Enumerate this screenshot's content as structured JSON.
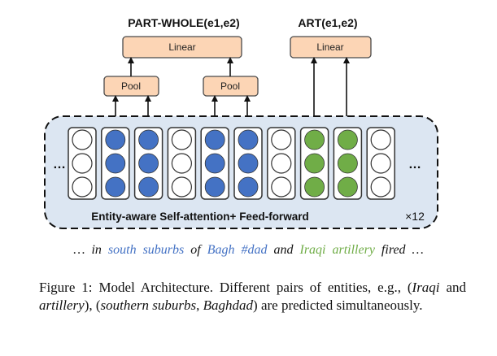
{
  "heads": {
    "left_label": "PART-WHOLE(e1,e2)",
    "right_label": "ART(e1,e2)",
    "linear": "Linear",
    "pool": "Pool"
  },
  "encoder": {
    "label": "Entity-aware Self-attention+ Feed-forward",
    "repeat": "×12",
    "ellipsis": "…"
  },
  "colors": {
    "box_fill": "#fcd5b5",
    "box_stroke": "#4a4a4a",
    "panel_fill": "#dce6f2",
    "entity_blue": "#4472c4",
    "entity_green": "#70ad47"
  },
  "columns": [
    "empty",
    "blue",
    "blue",
    "empty",
    "blue",
    "blue",
    "empty",
    "green",
    "green",
    "empty"
  ],
  "sentence": {
    "tokens": [
      {
        "text": "…",
        "color": "#111111"
      },
      {
        "text": "in",
        "color": "#111111"
      },
      {
        "text": "south",
        "color": "#4472c4"
      },
      {
        "text": "suburbs",
        "color": "#4472c4"
      },
      {
        "text": "of",
        "color": "#111111"
      },
      {
        "text": "Bagh",
        "color": "#4472c4"
      },
      {
        "text": "#dad",
        "color": "#4472c4"
      },
      {
        "text": "and",
        "color": "#111111"
      },
      {
        "text": "Iraqi",
        "color": "#70ad47"
      },
      {
        "text": "artillery",
        "color": "#70ad47"
      },
      {
        "text": "fired",
        "color": "#111111"
      },
      {
        "text": "…",
        "color": "#111111"
      }
    ]
  },
  "caption": {
    "part1": "Figure 1: Model Architecture. Different pairs of entities, e.g., (",
    "iraqi": "Iraqi",
    "part2": " and ",
    "artillery": "artillery",
    "part3": "), (",
    "southern_suburbs": "southern suburbs",
    "part4": ", ",
    "baghdad": "Baghdad",
    "part5": ") are predicted simultaneously."
  }
}
